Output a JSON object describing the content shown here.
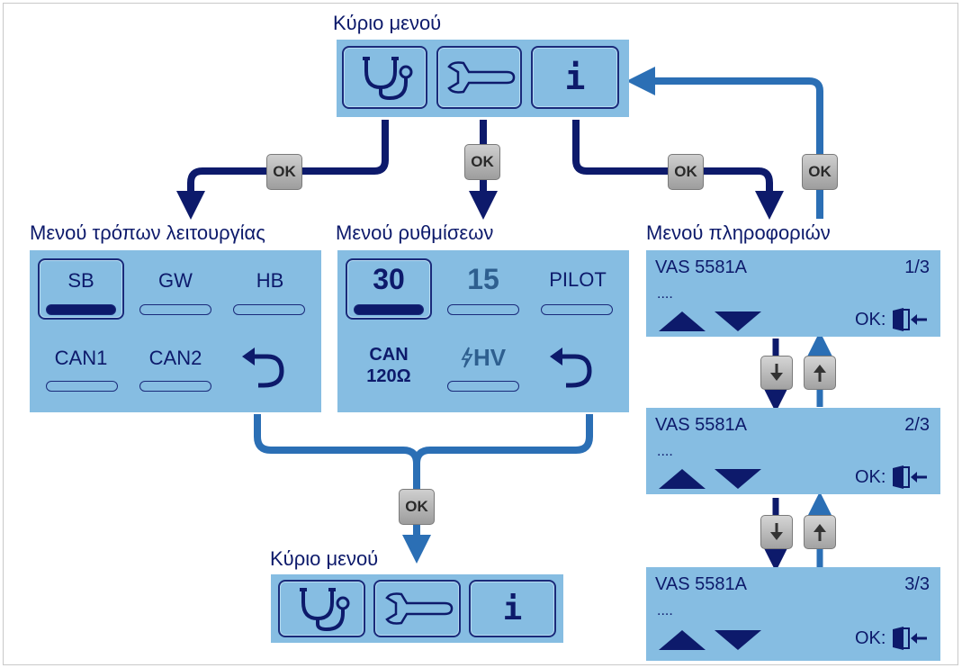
{
  "main_menu_top": {
    "title": "Κύριο μενού",
    "buttons": [
      {
        "icon": "stethoscope-icon"
      },
      {
        "icon": "wrench-icon"
      },
      {
        "icon": "info-icon",
        "glyph": "i"
      }
    ]
  },
  "main_menu_bottom": {
    "title": "Κύριο μενού",
    "buttons": [
      {
        "icon": "stethoscope-icon"
      },
      {
        "icon": "wrench-icon"
      },
      {
        "icon": "info-icon",
        "glyph": "i"
      }
    ]
  },
  "mode_menu": {
    "title": "Μενού τρόπων λειτουργίας",
    "options": [
      "SB",
      "GW",
      "HB",
      "CAN1",
      "CAN2"
    ],
    "selected": "SB",
    "back_icon": "back-arrow-icon"
  },
  "settings_menu": {
    "title": "Μενού ρυθμίσεων",
    "option_30": "30",
    "option_15": "15",
    "option_pilot": "PILOT",
    "option_can_line1": "CAN",
    "option_can_line2": "120Ω",
    "option_hv": "HV",
    "selected": "30",
    "back_icon": "back-arrow-icon"
  },
  "info_menu": {
    "title": "Μενού πληροφοριών",
    "pages": [
      {
        "device": "VAS 5581A",
        "page": "1/3",
        "dots": "....",
        "ok_label": "OK:"
      },
      {
        "device": "VAS 5581A",
        "page": "2/3",
        "dots": "....",
        "ok_label": "OK:"
      },
      {
        "device": "VAS 5581A",
        "page": "3/3",
        "dots": "....",
        "ok_label": "OK:"
      }
    ]
  },
  "buttons": {
    "ok_label": "OK"
  },
  "colors": {
    "panel": "#86bde2",
    "dark_blue": "#0d1a6b",
    "medium_blue": "#2b6fb5",
    "text_dark": "#0d1a6b",
    "text_muted": "#2e5f8f"
  }
}
